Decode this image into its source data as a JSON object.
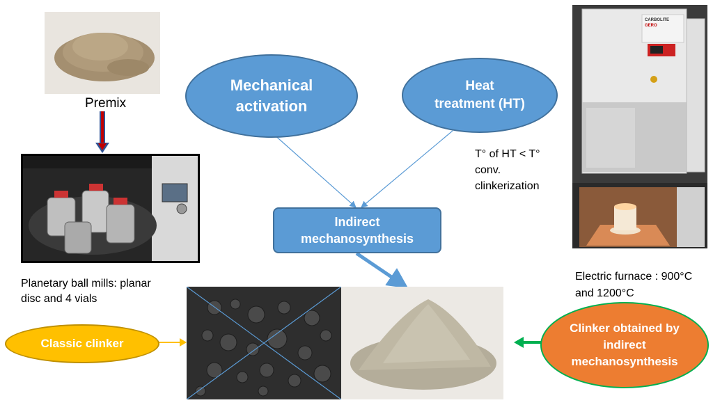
{
  "labels": {
    "premix": "Premix",
    "ball_mill_caption_1": "Planetary ball mills: planar",
    "ball_mill_caption_2": "disc and 4 vials",
    "mechanical_activation_1": "Mechanical",
    "mechanical_activation_2": "activation",
    "heat_treatment_1": "Heat",
    "heat_treatment_2": "treatment (HT)",
    "ht_note_1": "T° of HT < T°",
    "ht_note_2": "conv.",
    "ht_note_3": "clinkerization",
    "indirect_mechanosynthesis_1": "Indirect",
    "indirect_mechanosynthesis_2": "mechanosynthesis",
    "furnace_caption_1": "Electric furnace : 900°C",
    "furnace_caption_2": "and 1200°C",
    "classic_clinker": "Classic clinker",
    "clinker_obtained_1": "Clinker obtained by",
    "clinker_obtained_2": "indirect",
    "clinker_obtained_3": "mechanosynthesis",
    "furnace_brand_1": "CARBOLITE",
    "furnace_brand_2": "GERO"
  },
  "colors": {
    "blue_shape": "#5b9bd5",
    "blue_border": "#41719c",
    "classic_clinker_fill": "#ffc000",
    "clinker_obtained_fill": "#ed7d31",
    "green_arrow": "#00b050",
    "red_arrow": "#c00000"
  }
}
